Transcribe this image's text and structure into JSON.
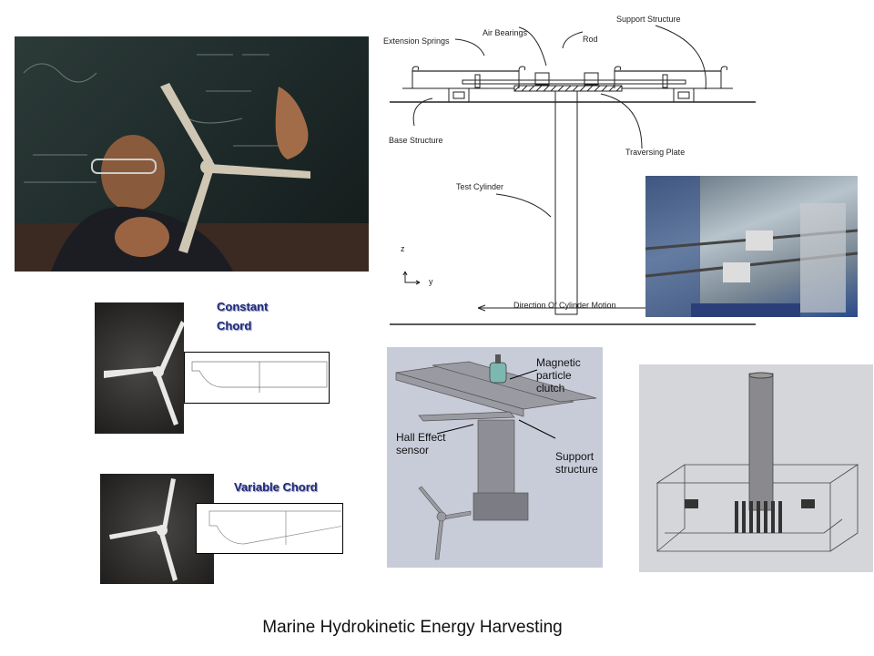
{
  "slide": {
    "caption": "Marine Hydrokinetic Energy Harvesting"
  },
  "test_rig_diagram": {
    "labels": {
      "extension_springs": "Extension Springs",
      "air_bearings": "Air Bearings",
      "rod": "Rod",
      "support_structure": "Support Structure",
      "base_structure": "Base Structure",
      "traversing_plate": "Traversing Plate",
      "test_cylinder": "Test Cylinder",
      "axis_z": "z",
      "axis_y": "y",
      "motion": "Direction Of Cylinder Motion"
    }
  },
  "turbine_blades": {
    "constant_label_1": "Constant",
    "constant_label_2": "Chord",
    "variable_label": "Variable Chord"
  },
  "cad_model": {
    "clutch_1": "Magnetic",
    "clutch_2": "particle",
    "clutch_3": "clutch",
    "hall_1": "Hall Effect",
    "hall_2": "sensor",
    "support_1": "Support",
    "support_2": "structure"
  }
}
